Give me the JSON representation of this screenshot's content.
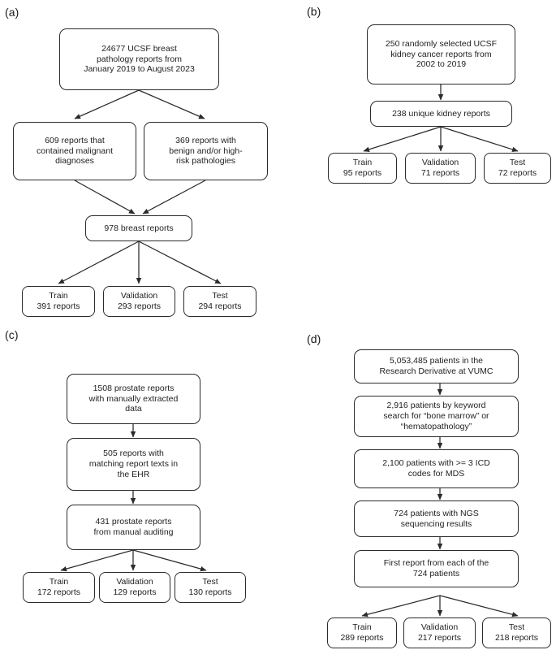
{
  "figure": {
    "title": "Dataset construction flowcharts for four pathology report cohorts",
    "background_color": "#ffffff",
    "node_border_color": "#2b2b2b",
    "text_color": "#1f1f1f",
    "arrow_color": "#2b2b2b"
  },
  "panels": [
    {
      "id": "a",
      "label": "(a)",
      "nodes": {
        "source": "24677 UCSF breast\npathology reports from\nJanuary 2019 to August 2023",
        "malignant": "609 reports that\ncontained malignant\ndiagnoses",
        "benign": "369 reports with\nbenign and/or high-\nrisk pathologies",
        "combined": "978 breast reports",
        "train": "Train\n391 reports",
        "validation": "Validation\n293 reports",
        "test": "Test\n294 reports"
      }
    },
    {
      "id": "b",
      "label": "(b)",
      "nodes": {
        "source": "250 randomly selected UCSF\nkidney cancer reports from\n2002 to 2019",
        "unique": "238 unique kidney reports",
        "train": "Train\n95 reports",
        "validation": "Validation\n71 reports",
        "test": "Test\n72 reports"
      }
    },
    {
      "id": "c",
      "label": "(c)",
      "nodes": {
        "source": "1508 prostate reports\nwith manually extracted\ndata",
        "matching": "505 reports with\nmatching report texts in\nthe EHR",
        "audited": "431 prostate reports\nfrom manual auditing",
        "train": "Train\n172 reports",
        "validation": "Validation\n129 reports",
        "test": "Test\n130 reports"
      }
    },
    {
      "id": "d",
      "label": "(d)",
      "nodes": {
        "source": "5,053,485 patients in the\nResearch Derivative at VUMC",
        "keyword": "2,916 patients by keyword\nsearch for “bone marrow” or\n“hematopathology”",
        "icd": "2,100 patients with >= 3 ICD\ncodes for MDS",
        "ngs": "724 patients with NGS\nsequencing results",
        "first_report": "First report from each of the\n724 patients",
        "train": "Train\n289 reports",
        "validation": "Validation\n217 reports",
        "test": "Test\n218 reports"
      }
    }
  ]
}
